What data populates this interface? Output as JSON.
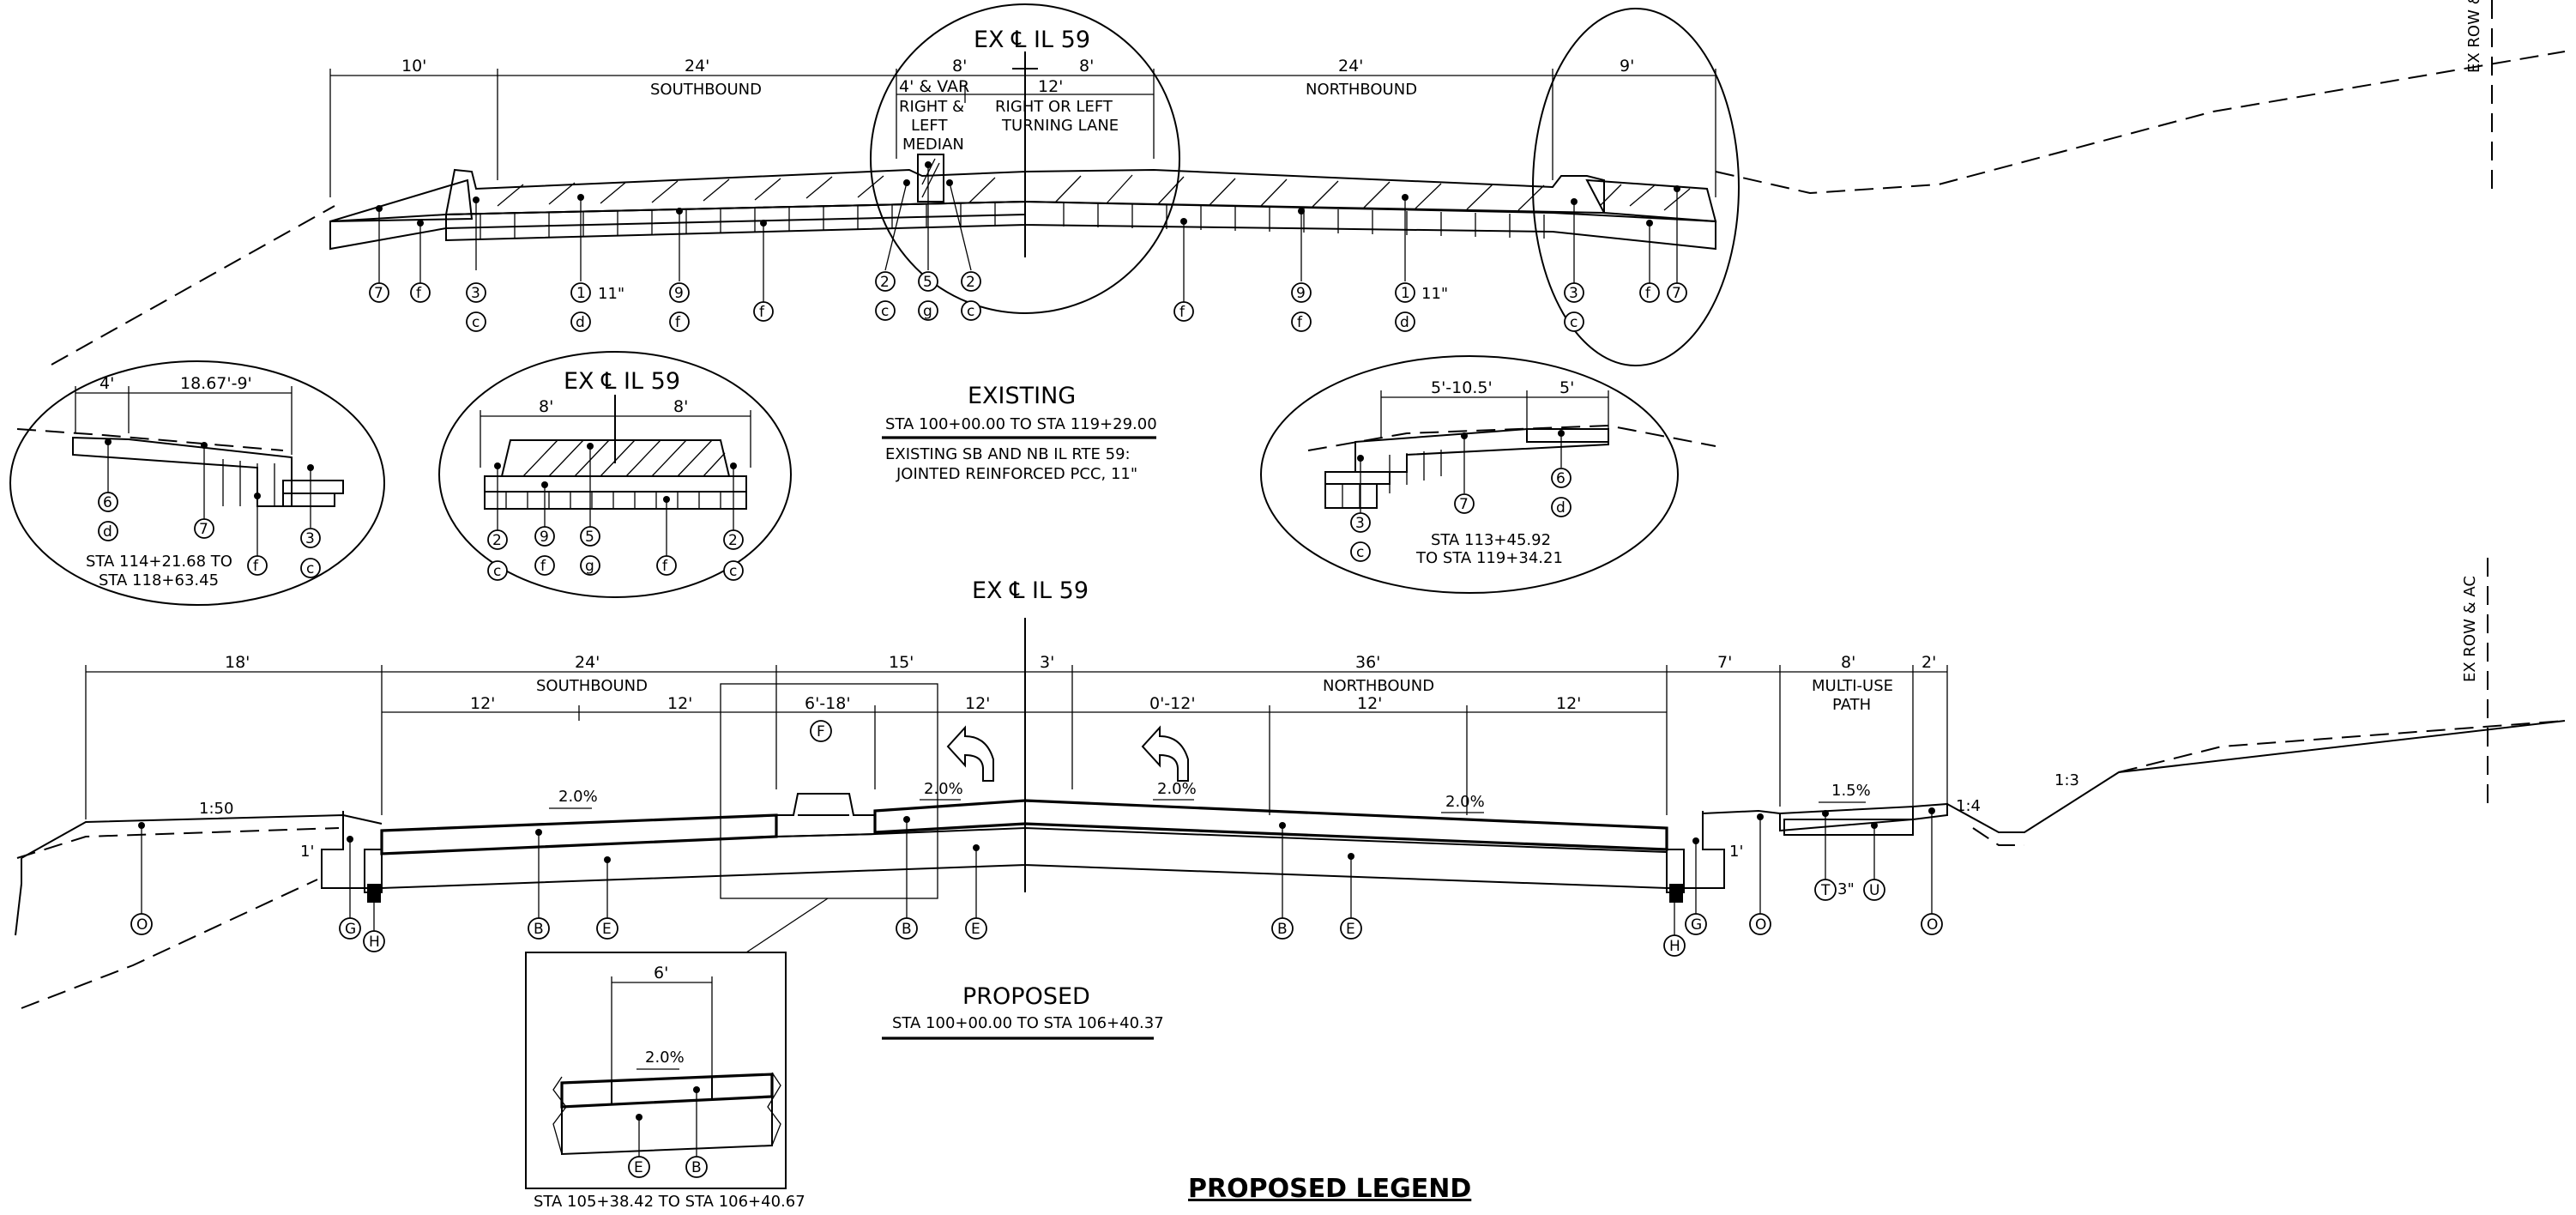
{
  "existing": {
    "cl": "EX ℄ IL 59",
    "dims_top": [
      "10'",
      "24'",
      "8'",
      "8'",
      "24'",
      "9'"
    ],
    "dims_sub": [
      "4' & VAR",
      "12'"
    ],
    "labels": {
      "southbound": "SOUTHBOUND",
      "northbound": "NORTHBOUND",
      "median": [
        "RIGHT &",
        "LEFT",
        "MEDIAN"
      ],
      "turn": [
        "RIGHT OR LEFT",
        "TURNING LANE"
      ]
    },
    "thickness": "11\"",
    "title": "EXISTING",
    "station": "STA 100+00.00 TO STA 119+29.00",
    "note": [
      "EXISTING SB AND NB IL RTE 59:",
      "JOINTED REINFORCED PCC, 11\""
    ]
  },
  "detail_left": {
    "dims": [
      "4'",
      "18.67'-9'"
    ],
    "station": [
      "STA 114+21.68 TO",
      "STA 118+63.45"
    ]
  },
  "detail_center": {
    "cl": "EX ℄ IL 59",
    "dims": [
      "8'",
      "8'"
    ]
  },
  "detail_right": {
    "dims": [
      "5'-10.5'",
      "5'"
    ],
    "station": [
      "STA 113+45.92",
      "TO STA 119+34.21"
    ]
  },
  "proposed": {
    "cl": "EX ℄ IL 59",
    "dims_top": [
      "18'",
      "24'",
      "15'",
      "3'",
      "36'",
      "7'",
      "8'",
      "2'"
    ],
    "dims_sub": [
      "12'",
      "12'",
      "6'-18'",
      "12'",
      "0'-12'",
      "12'",
      "12'"
    ],
    "labels": {
      "southbound": "SOUTHBOUND",
      "northbound": "NORTHBOUND",
      "mup": [
        "MULTI-USE",
        "PATH"
      ]
    },
    "slopes": [
      "1:50",
      "2.0%",
      "2.0%",
      "2.0%",
      "2.0%",
      "1.5%",
      "1:4",
      "1:3"
    ],
    "side_dims": [
      "1'",
      "1'",
      "3\""
    ],
    "title": "PROPOSED",
    "station": "STA 100+00.00 TO STA 106+40.37",
    "legend": "PROPOSED LEGEND"
  },
  "inset": {
    "dim": "6'",
    "slope": "2.0%",
    "station": "STA 105+38.42 TO STA 106+40.67"
  },
  "row_labels": [
    "EX ROW &",
    "EX ROW & AC"
  ],
  "callouts": {
    "existing_top": [
      "7",
      "f",
      "3",
      "1",
      "9",
      "f",
      "2",
      "5",
      "2",
      "f",
      "9",
      "1",
      "3",
      "f",
      "7"
    ],
    "existing_bottom": [
      "c",
      "d",
      "f",
      "c",
      "g",
      "c",
      "f",
      "d",
      "c"
    ],
    "detail_left": [
      "6",
      "d",
      "7",
      "f",
      "3",
      "c"
    ],
    "detail_center": [
      "2",
      "c",
      "9",
      "f",
      "5",
      "g",
      "f",
      "2",
      "c"
    ],
    "detail_right": [
      "3",
      "c",
      "7",
      "6",
      "d"
    ],
    "proposed": [
      "O",
      "G",
      "H",
      "B",
      "E",
      "F",
      "B",
      "E",
      "B",
      "E",
      "H",
      "G",
      "O",
      "T",
      "U",
      "O"
    ],
    "inset": [
      "E",
      "B"
    ]
  }
}
